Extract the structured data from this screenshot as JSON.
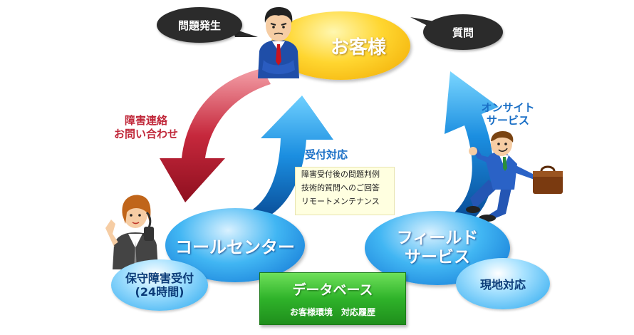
{
  "nodes": {
    "customer": "お客様",
    "call_center": "コールセンター",
    "field_service_line1": "フィールド",
    "field_service_line2": "サービス",
    "hoshu_line1": "保守障害受付",
    "hoshu_line2": "(24時間)",
    "genchi": "現地対応"
  },
  "bubbles": {
    "problem": "問題発生",
    "question": "質問"
  },
  "arrows": {
    "red_line1": "障害連絡",
    "red_line2": "お問い合わせ",
    "reception": "受付対応",
    "onsite_line1": "オンサイト",
    "onsite_line2": "サービス"
  },
  "note": {
    "lines": [
      "障害受付後の問題判例",
      "技術的質問へのご回答",
      "リモートメンテナンス"
    ]
  },
  "database": {
    "title": "データベース",
    "items": "お客様環境　対応履歴"
  },
  "colors": {
    "customer": "#ffd630",
    "blue": "#2196e8",
    "red_arrow": "#b01e2e",
    "db_green": "#2fb32a"
  },
  "icons": [
    "businessman-worried-icon",
    "operator-woman-icon",
    "running-businessman-icon"
  ]
}
